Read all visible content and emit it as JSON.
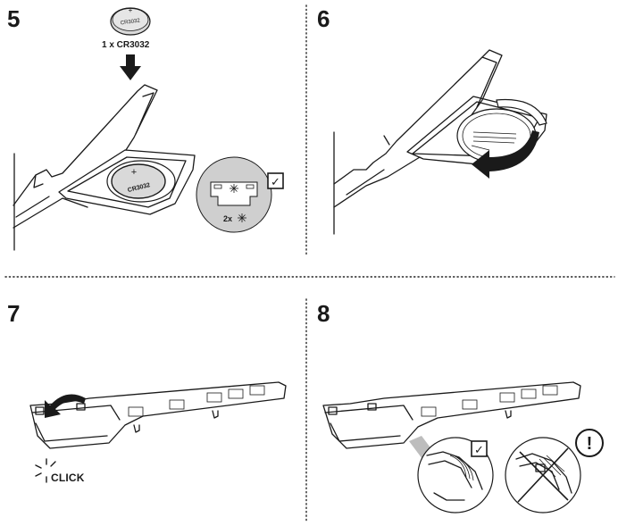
{
  "steps": [
    {
      "number": "5"
    },
    {
      "number": "6"
    },
    {
      "number": "7"
    },
    {
      "number": "8"
    }
  ],
  "battery": {
    "coin_text": "CR3032",
    "quantity_label": "1 x CR3032",
    "installed_text": "CR3032",
    "polarity": "+"
  },
  "inset": {
    "contacts_label": "2x",
    "check_mark": "✓"
  },
  "step7": {
    "click_label": "CLICK"
  },
  "step8": {
    "check_mark": "✓",
    "warning_mark": "!"
  },
  "colors": {
    "inset_bg": "#cfcfcf",
    "line": "#1a1a1a",
    "coin_fill": "#d9d9d9"
  },
  "icons": [
    "arrow-down-icon",
    "rotate-arrow-icon",
    "click-burst-icon",
    "check-box-icon",
    "warning-icon",
    "light-burst-icon"
  ]
}
